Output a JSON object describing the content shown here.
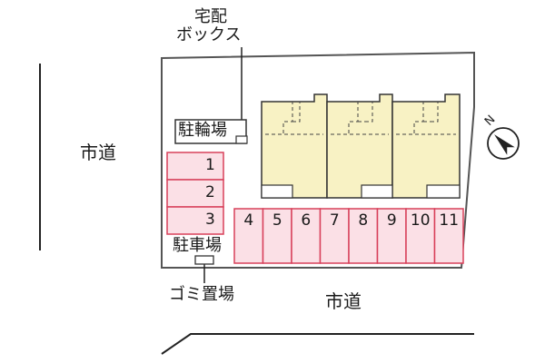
{
  "labels": {
    "delivery_box": [
      "宅配",
      "ボックス"
    ],
    "road_left": "市道",
    "road_bottom": "市道",
    "bicycle_parking": "駐輪場",
    "car_parking": "駐車場",
    "garbage": "ゴミ置場"
  },
  "compass": {
    "letter": "N"
  },
  "parking": {
    "left_column": [
      "1",
      "2",
      "3"
    ],
    "bottom_row": [
      "4",
      "5",
      "6",
      "7",
      "8",
      "9",
      "10",
      "11"
    ]
  },
  "colors": {
    "building_fill": "#f8f2c4",
    "parking_fill": "#fbe0e6",
    "parking_stroke": "#d8405a",
    "outline": "#333333"
  }
}
